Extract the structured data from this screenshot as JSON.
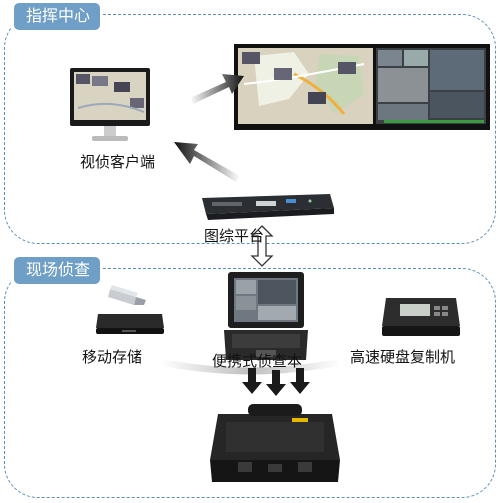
{
  "regions": {
    "command_center": "指挥中心",
    "field_investigation": "现场侦查"
  },
  "nodes": {
    "video_client": "视侦客户端",
    "image_platform": "图综平台",
    "mobile_storage": "移动存储",
    "portable_notebook": "便携式侦查本",
    "hdd_duplicator": "高速硬盘复制机"
  },
  "colors": {
    "region_border": "#5b8fb5",
    "tag_background": "#6f9fc6",
    "arrow": "#222222"
  },
  "icons": [
    "video-wall-icon",
    "monitor-icon",
    "rack-server-icon",
    "laptop-icon",
    "usb-drive-icon",
    "storage-box-icon",
    "duplicator-icon",
    "carrying-case-icon"
  ]
}
